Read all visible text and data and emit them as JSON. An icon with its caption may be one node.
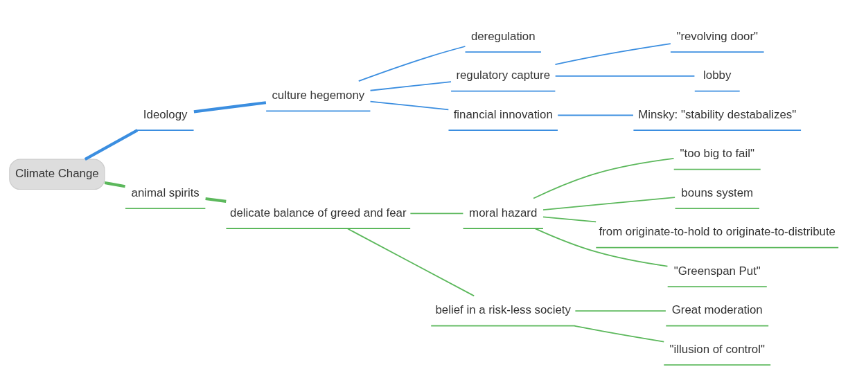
{
  "diagram": {
    "nodes": [
      {
        "text": [
          "Climate Change"
        ]
      },
      {
        "text": [
          "Ideology"
        ]
      },
      {
        "text": [
          "culture hegemony"
        ]
      },
      {
        "text": [
          "deregulation"
        ]
      },
      {
        "text": [
          "regulatory capture"
        ]
      },
      {
        "text": [
          "\"revolving door\""
        ]
      },
      {
        "text": [
          "lobby"
        ]
      },
      {
        "text": [
          "financial innovation"
        ]
      },
      {
        "text": [
          "Minsky: \"stability destabalizes\""
        ]
      },
      {
        "text": [
          "animal spirits"
        ]
      },
      {
        "text": [
          "delicate balance of greed and fear"
        ]
      },
      {
        "text": [
          "moral hazard"
        ]
      },
      {
        "text": [
          "\"too big to fail\""
        ]
      },
      {
        "text": [
          "bouns system"
        ]
      },
      {
        "text": [
          "from originate-to-hold to originate-to-distribute"
        ]
      },
      {
        "text": [
          "\"Greenspan Put\""
        ]
      },
      {
        "text": [
          "belief in a risk-less society"
        ]
      },
      {
        "text": [
          "Great moderation"
        ]
      },
      {
        "text": [
          "\"illusion of control\""
        ]
      }
    ],
    "edges": [
      {
        "from": 0,
        "to": 1,
        "arrow": "none",
        "style": "thick",
        "color": "#3b8ee0"
      },
      {
        "from": 1,
        "to": 2,
        "arrow": "none",
        "style": "thick",
        "color": "#3b8ee0"
      },
      {
        "from": 2,
        "to": 3,
        "arrow": "none",
        "color": "#3b8ee0"
      },
      {
        "from": 2,
        "to": 4,
        "arrow": "none",
        "color": "#3b8ee0"
      },
      {
        "from": 4,
        "to": 5,
        "arrow": "none",
        "color": "#3b8ee0"
      },
      {
        "from": 4,
        "to": 6,
        "arrow": "none",
        "color": "#3b8ee0"
      },
      {
        "from": 2,
        "to": 7,
        "arrow": "none",
        "color": "#3b8ee0"
      },
      {
        "from": 7,
        "to": 8,
        "arrow": "none",
        "color": "#3b8ee0"
      },
      {
        "from": 0,
        "to": 9,
        "arrow": "none",
        "style": "thick"
      },
      {
        "from": 9,
        "to": 10,
        "arrow": "none",
        "style": "thick"
      },
      {
        "from": 10,
        "to": 11,
        "arrow": "none"
      },
      {
        "from": 11,
        "to": 12,
        "arrow": "none"
      },
      {
        "from": 11,
        "to": 13,
        "arrow": "none"
      },
      {
        "from": 11,
        "to": 14,
        "arrow": "none"
      },
      {
        "from": 11,
        "to": 15,
        "arrow": "none"
      },
      {
        "from": 10,
        "to": 16,
        "arrow": "none"
      },
      {
        "from": 16,
        "to": 17,
        "arrow": "none"
      },
      {
        "from": 16,
        "to": 18,
        "arrow": "none"
      }
    ]
  }
}
